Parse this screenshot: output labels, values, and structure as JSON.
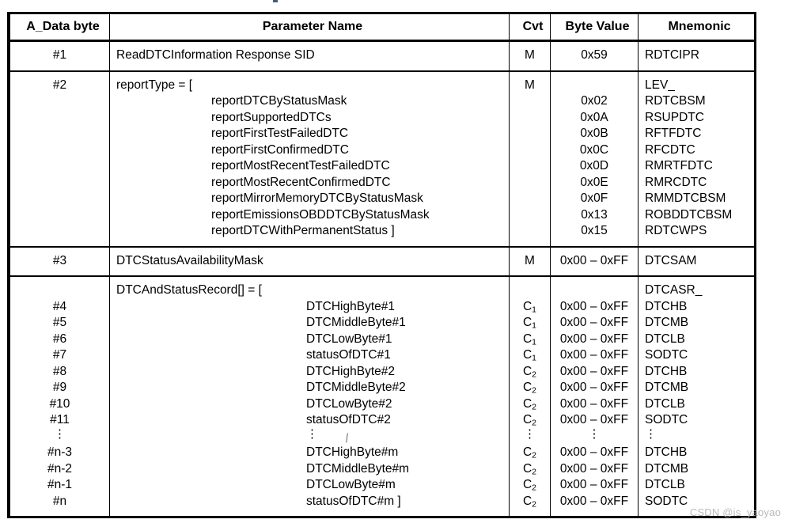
{
  "table": {
    "headers": [
      {
        "label": "A_Data byte",
        "align": "left"
      },
      {
        "label": "Parameter Name",
        "align": "left"
      },
      {
        "label": "Cvt",
        "align": "left"
      },
      {
        "label": "Byte Value",
        "align": "left"
      },
      {
        "label": "Mnemonic",
        "align": "left"
      }
    ],
    "row1": {
      "byte": "#1",
      "param": "ReadDTCInformation Response SID",
      "cvt": "M",
      "value": "0x59",
      "mnemonic": "RDTCIPR"
    },
    "row2": {
      "byte": "#2",
      "param_head": "reportType = [",
      "cvt": "M",
      "mnemonic_head": "LEV_",
      "items": [
        {
          "name": "reportDTCByStatusMask",
          "value": "0x02",
          "mnemonic": "RDTCBSM"
        },
        {
          "name": "reportSupportedDTCs",
          "value": "0x0A",
          "mnemonic": "RSUPDTC"
        },
        {
          "name": "reportFirstTestFailedDTC",
          "value": "0x0B",
          "mnemonic": "RFTFDTC"
        },
        {
          "name": "reportFirstConfirmedDTC",
          "value": "0x0C",
          "mnemonic": "RFCDTC"
        },
        {
          "name": "reportMostRecentTestFailedDTC",
          "value": "0x0D",
          "mnemonic": "RMRTFDTC"
        },
        {
          "name": "reportMostRecentConfirmedDTC",
          "value": "0x0E",
          "mnemonic": "RMRCDTC"
        },
        {
          "name": "reportMirrorMemoryDTCByStatusMask",
          "value": "0x0F",
          "mnemonic": "RMMDTCBSM"
        },
        {
          "name": "reportEmissionsOBDDTCByStatusMask",
          "value": "0x13",
          "mnemonic": "ROBDDTCBSM"
        },
        {
          "name": "reportDTCWithPermanentStatus ]",
          "value": "0x15",
          "mnemonic": "RDTCWPS"
        }
      ]
    },
    "row3": {
      "byte": "#3",
      "param": "DTCStatusAvailabilityMask",
      "cvt": "M",
      "value": "0x00 – 0xFF",
      "mnemonic": "DTCSAM"
    },
    "row4": {
      "param_head": "DTCAndStatusRecord[] = [",
      "mnemonic_head": "DTCASR_",
      "ellipsis": "⋮",
      "items": [
        {
          "byte": "#4",
          "name": "DTCHighByte#1",
          "cvt": "C",
          "cvt_sub": "1",
          "value": "0x00 – 0xFF",
          "mnemonic": "DTCHB"
        },
        {
          "byte": "#5",
          "name": "DTCMiddleByte#1",
          "cvt": "C",
          "cvt_sub": "1",
          "value": "0x00 – 0xFF",
          "mnemonic": "DTCMB"
        },
        {
          "byte": "#6",
          "name": "DTCLowByte#1",
          "cvt": "C",
          "cvt_sub": "1",
          "value": "0x00 – 0xFF",
          "mnemonic": "DTCLB"
        },
        {
          "byte": "#7",
          "name": "statusOfDTC#1",
          "cvt": "C",
          "cvt_sub": "1",
          "value": "0x00 – 0xFF",
          "mnemonic": "SODTC"
        },
        {
          "byte": "#8",
          "name": "DTCHighByte#2",
          "cvt": "C",
          "cvt_sub": "2",
          "value": "0x00 – 0xFF",
          "mnemonic": "DTCHB"
        },
        {
          "byte": "#9",
          "name": "DTCMiddleByte#2",
          "cvt": "C",
          "cvt_sub": "2",
          "value": "0x00 – 0xFF",
          "mnemonic": "DTCMB"
        },
        {
          "byte": "#10",
          "name": "DTCLowByte#2",
          "cvt": "C",
          "cvt_sub": "2",
          "value": "0x00 – 0xFF",
          "mnemonic": "DTCLB"
        },
        {
          "byte": "#11",
          "name": "statusOfDTC#2",
          "cvt": "C",
          "cvt_sub": "2",
          "value": "0x00 – 0xFF",
          "mnemonic": "SODTC"
        },
        {
          "byte": "⋮",
          "name": "⋮",
          "cvt": "⋮",
          "cvt_sub": "",
          "value": "⋮",
          "mnemonic": "⋮",
          "is_ellipsis": true
        },
        {
          "byte": "#n-3",
          "name": "DTCHighByte#m",
          "cvt": "C",
          "cvt_sub": "2",
          "value": "0x00 – 0xFF",
          "mnemonic": "DTCHB"
        },
        {
          "byte": "#n-2",
          "name": "DTCMiddleByte#m",
          "cvt": "C",
          "cvt_sub": "2",
          "value": "0x00 – 0xFF",
          "mnemonic": "DTCMB"
        },
        {
          "byte": "#n-1",
          "name": "DTCLowByte#m",
          "cvt": "C",
          "cvt_sub": "2",
          "value": "0x00 – 0xFF",
          "mnemonic": "DTCLB"
        },
        {
          "byte": "#n",
          "name": "statusOfDTC#m ]",
          "cvt": "C",
          "cvt_sub": "2",
          "value": "0x00 – 0xFF",
          "mnemonic": "SODTC"
        }
      ]
    }
  },
  "watermark": {
    "text": "CSDN @is_yaoyao"
  }
}
